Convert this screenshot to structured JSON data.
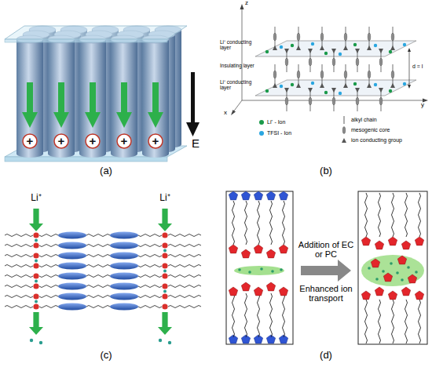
{
  "diagram": {
    "nodes": [
      {
        "text": [
          "+"
        ]
      },
      {
        "text": [
          "+"
        ]
      },
      {
        "text": [
          "+"
        ]
      },
      {
        "text": [
          "+"
        ]
      },
      {
        "text": [
          "+"
        ]
      }
    ],
    "labels": [
      "(a)",
      "E",
      "z",
      "y",
      "x",
      "Li⁺ conducting layer",
      "Insulating layer",
      "Li⁺ conducting layer",
      "d = l",
      "(b)",
      "Li⁺",
      "Li⁺",
      "(c)",
      "Addition of EC or PC",
      "Enhanced ion transport",
      "(d)"
    ],
    "legend": [
      {
        "text": "Li⁺ - Ion",
        "color": "#1a9a4a"
      },
      {
        "text": "TFSI - Ion",
        "color": "#2aa6e0"
      },
      {
        "text": "alkyl chain"
      },
      {
        "text": "mesogenic core"
      },
      {
        "text": "ion conducting group"
      }
    ]
  }
}
